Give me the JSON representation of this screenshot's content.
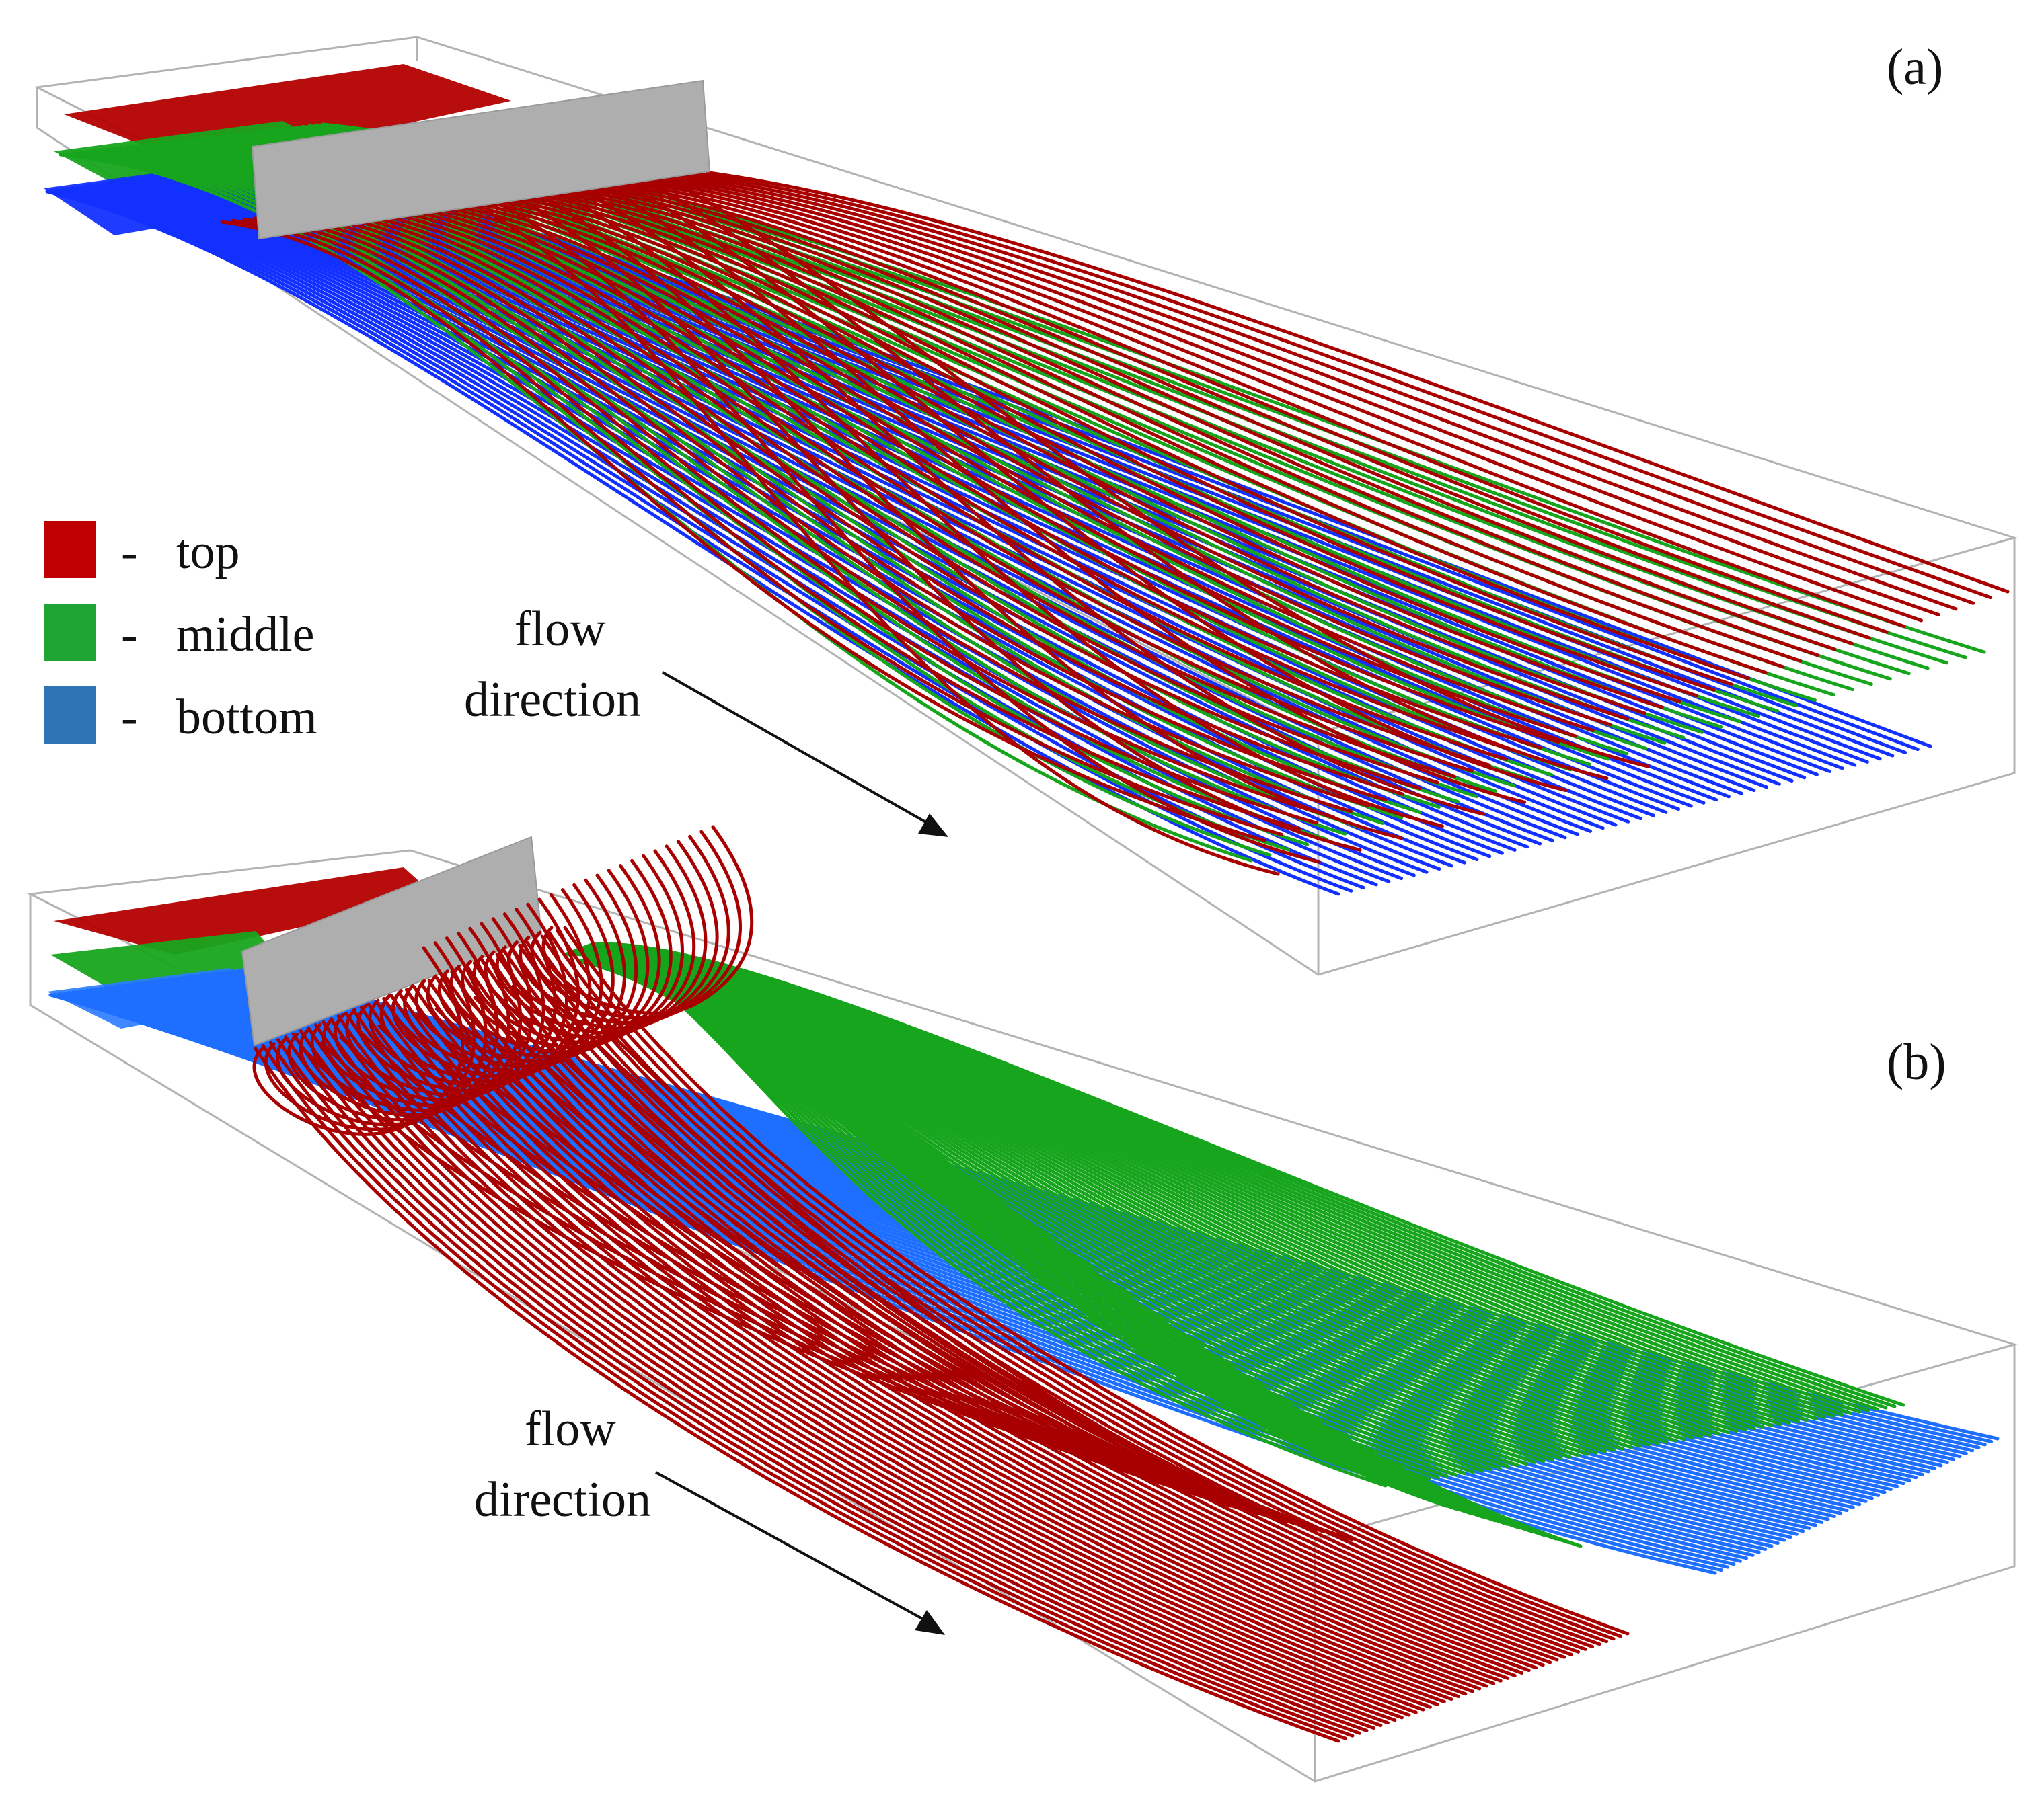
{
  "panels": [
    {
      "label": "(a)",
      "flow_label_line1": "flow",
      "flow_label_line2": "direction"
    },
    {
      "label": "(b)",
      "flow_label_line1": "flow",
      "flow_label_line2": "direction"
    }
  ],
  "legend": [
    {
      "dash": "-",
      "label": "top",
      "color": "#c00000"
    },
    {
      "dash": "-",
      "label": "middle",
      "color": "#1fa533"
    },
    {
      "dash": "-",
      "label": "bottom",
      "color": "#2f74b5"
    }
  ],
  "colors": {
    "top": "#a80000",
    "middle": "#16a51c",
    "bottom_a": "#1230ff",
    "bottom_b": "#1e6fff",
    "plate": "#aeaeae"
  }
}
